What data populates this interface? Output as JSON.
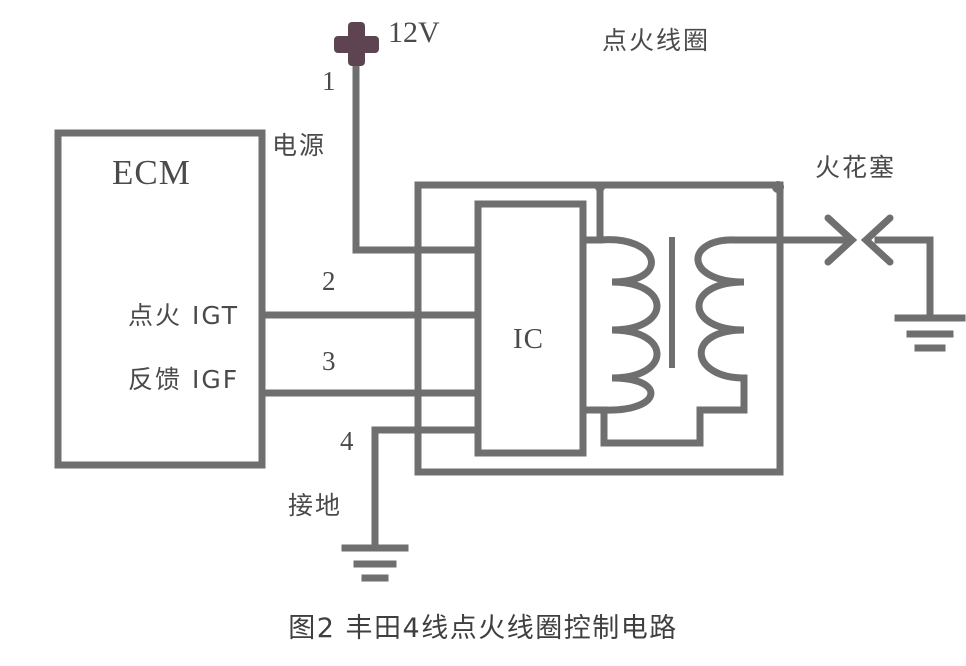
{
  "figure": {
    "caption": "图2  丰田4线点火线圈控制电路",
    "background_color": "#ffffff",
    "line_color": "#6f6f6f",
    "text_color": "#4a4a4a"
  },
  "blocks": {
    "ecm": {
      "label": "ECM"
    },
    "ic": {
      "label": "IC"
    },
    "ignition_coil": {
      "label": "点火线圈"
    },
    "spark_plug": {
      "label": "火花塞"
    }
  },
  "terminals": {
    "power": {
      "pin": "1",
      "name": "电源",
      "supply": "12V",
      "polarity": "+"
    },
    "igt": {
      "pin": "2",
      "name": "点火 IGT"
    },
    "igf": {
      "pin": "3",
      "name": "反馈 IGF"
    },
    "ground": {
      "pin": "4",
      "name": "接地"
    }
  },
  "symbols": {
    "plus": "+",
    "ground_symbol": "earth-ground",
    "spark_gap": "spark-gap-arrows"
  }
}
